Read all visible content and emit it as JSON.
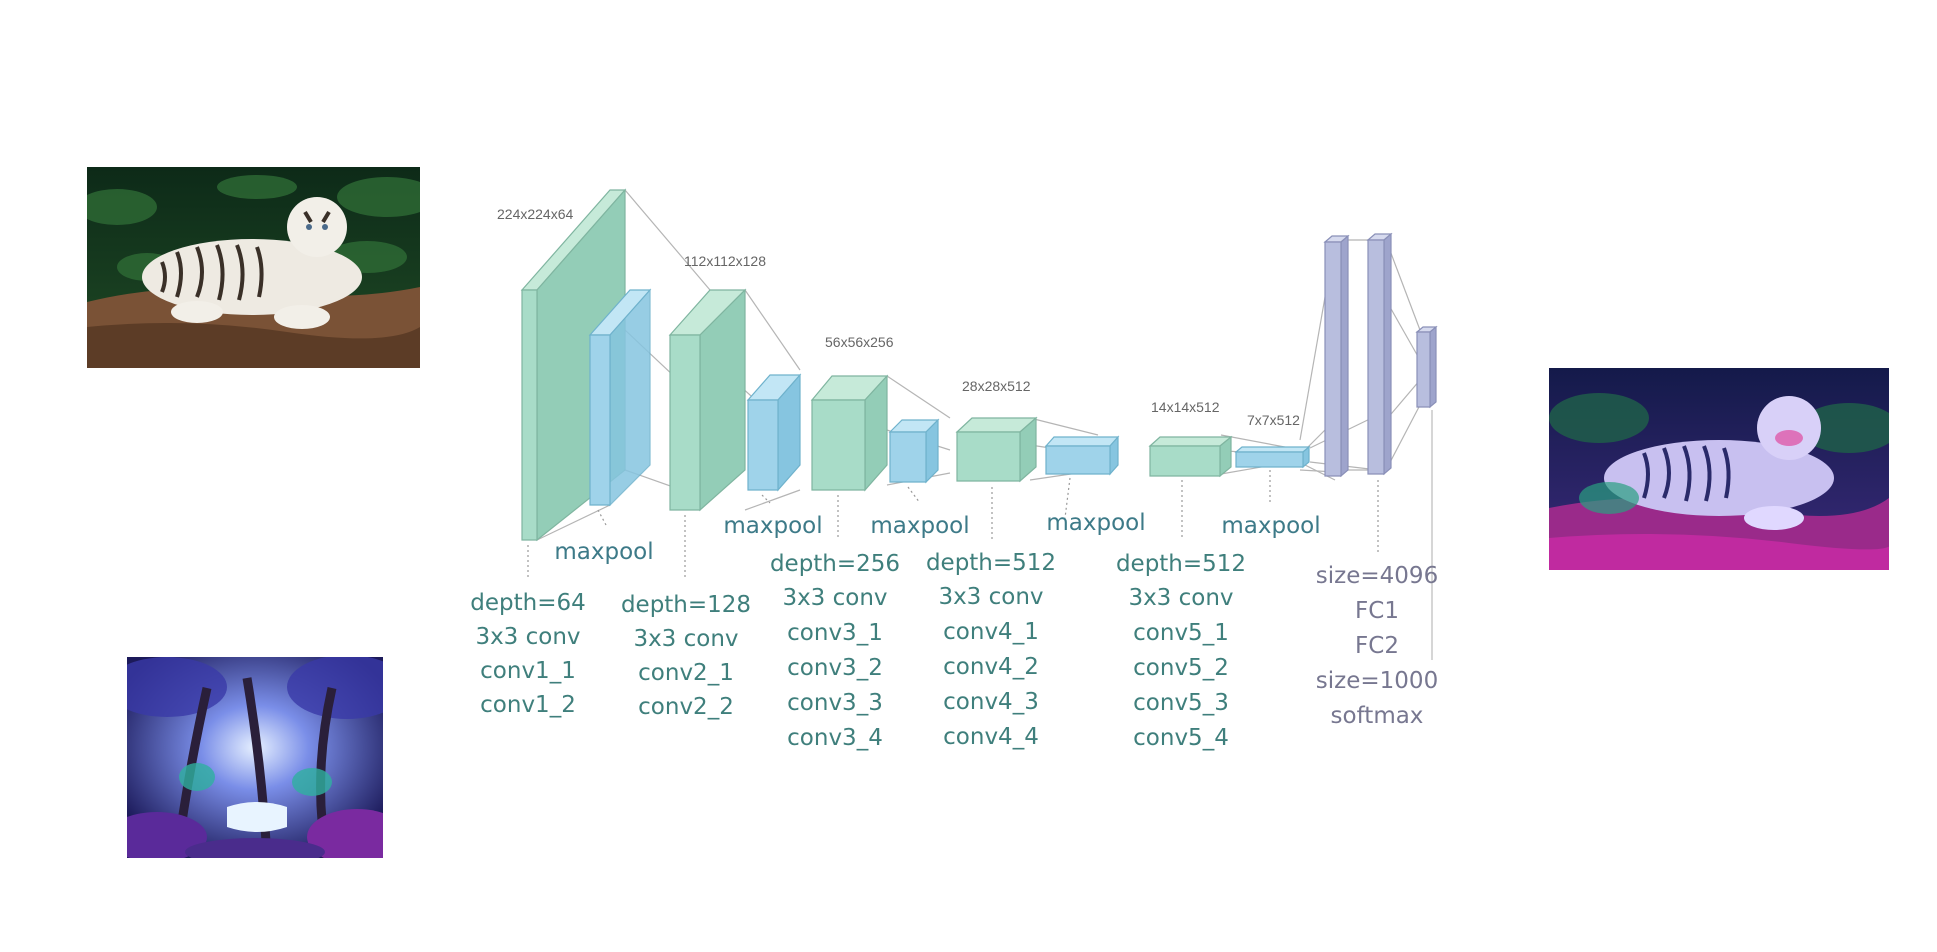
{
  "images": {
    "content": "white-tiger-photo",
    "style": "fantasy-forest-painting",
    "output": "stylized-tiger-result"
  },
  "colors": {
    "conv_block": "#a8dcc8",
    "pool_block": "#9fd3ea",
    "fc_block": "#b8bede",
    "label_text": "#3f7f7c",
    "fc_text": "#777790",
    "dim_text": "#666666"
  },
  "dims": {
    "d1": "224x224x64",
    "d2": "112x112x128",
    "d3": "56x56x256",
    "d4": "28x28x512",
    "d5": "14x14x512",
    "d6": "7x7x512"
  },
  "pool_label": "maxpool",
  "blocks": {
    "b1": [
      "depth=64",
      "3x3 conv",
      "conv1_1",
      "conv1_2"
    ],
    "b2": [
      "depth=128",
      "3x3 conv",
      "conv2_1",
      "conv2_2"
    ],
    "b3": [
      "depth=256",
      "3x3 conv",
      "conv3_1",
      "conv3_2",
      "conv3_3",
      "conv3_4"
    ],
    "b4": [
      "depth=512",
      "3x3 conv",
      "conv4_1",
      "conv4_2",
      "conv4_3",
      "conv4_4"
    ],
    "b5": [
      "depth=512",
      "3x3 conv",
      "conv5_1",
      "conv5_2",
      "conv5_3",
      "conv5_4"
    ]
  },
  "fc": [
    "size=4096",
    "FC1",
    "FC2",
    "size=1000",
    "softmax"
  ]
}
